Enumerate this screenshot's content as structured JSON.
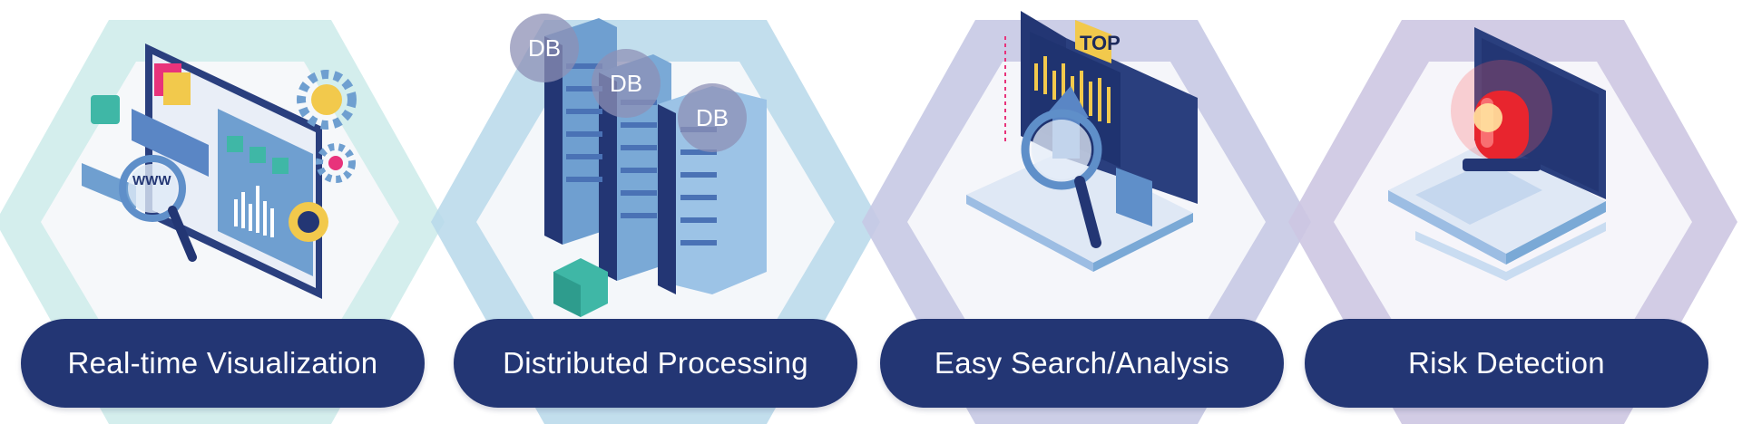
{
  "features": [
    {
      "label": "Real-time Visualization",
      "icon": "dashboard-magnifier-icon"
    },
    {
      "label": "Distributed Processing",
      "icon": "server-rack-icon"
    },
    {
      "label": "Easy Search/Analysis",
      "icon": "laptop-search-icon"
    },
    {
      "label": "Risk Detection",
      "icon": "laptop-alarm-icon"
    }
  ],
  "illustrations": {
    "db_badge": "DB",
    "top_badge": "TOP",
    "www_label": "WWW"
  },
  "colors": {
    "pill": "#233674",
    "hex_teal": "#cfeceb",
    "hex_blue": "#b7d8ea",
    "hex_lavender": "#c6c9e4",
    "hex_purple": "#cdc6e2",
    "hex_inner": "#f6f8fa",
    "alarm_red": "#e8252e"
  }
}
